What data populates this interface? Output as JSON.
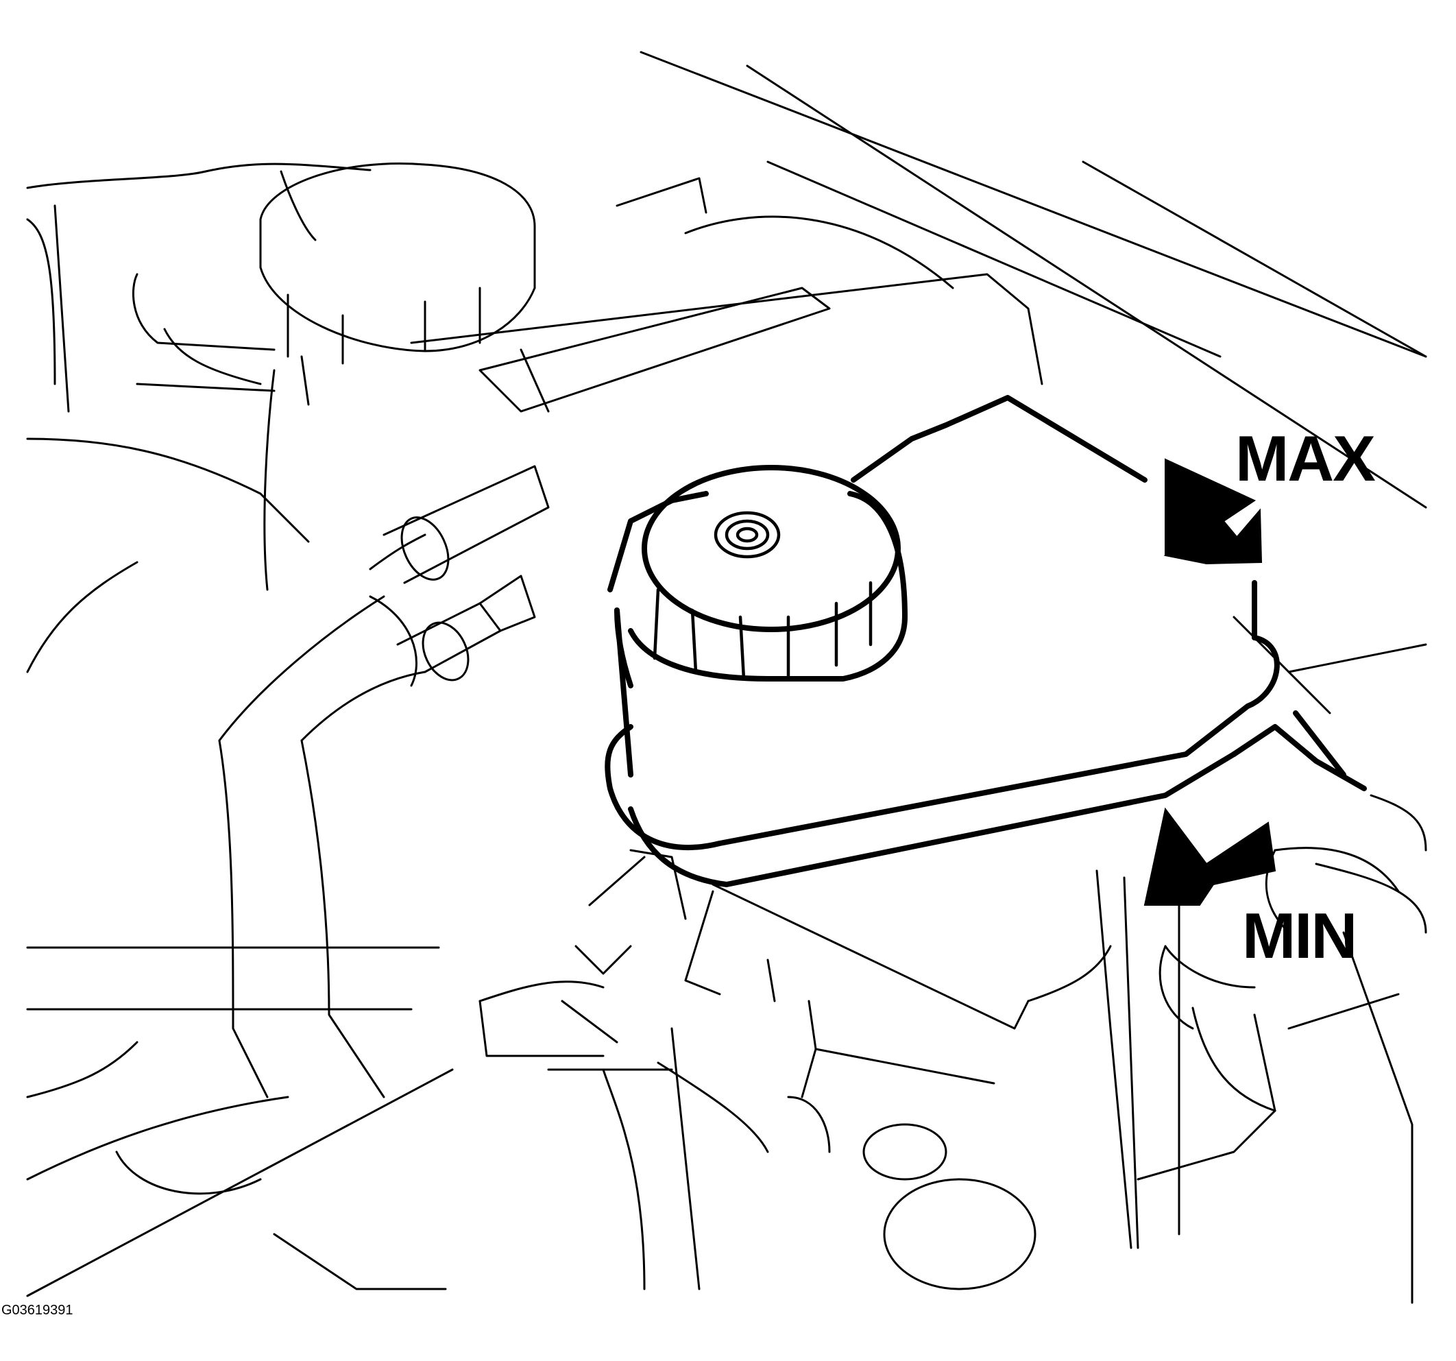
{
  "labels": {
    "max": "MAX",
    "min": "MIN"
  },
  "figure_id": "G03619391",
  "colors": {
    "line": "#000000",
    "background": "#ffffff"
  }
}
